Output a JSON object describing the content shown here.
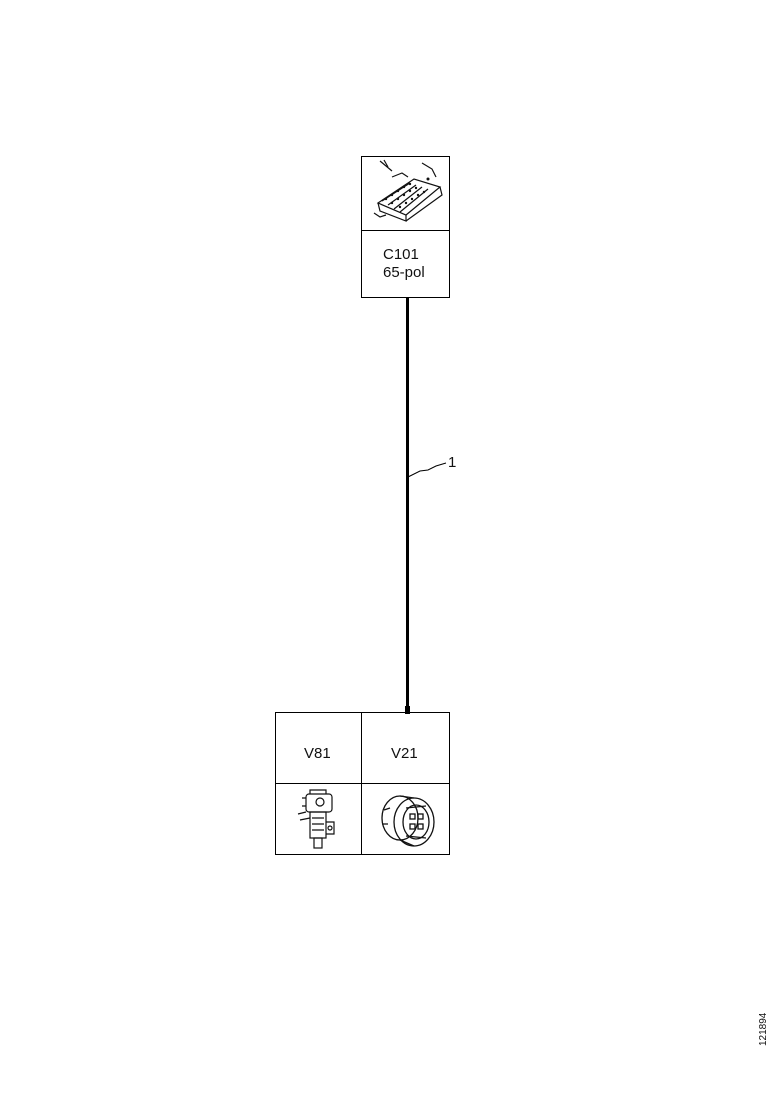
{
  "connector_top": {
    "id_label": "C101",
    "pins_label": "65-pol",
    "icon": "multi-pin-connector-icon"
  },
  "wire": {
    "callout": "1"
  },
  "component_left": {
    "label": "V81",
    "icon": "wiper-motor-icon"
  },
  "component_right": {
    "label": "V21",
    "icon": "round-connector-icon"
  },
  "figure_code": "121894"
}
